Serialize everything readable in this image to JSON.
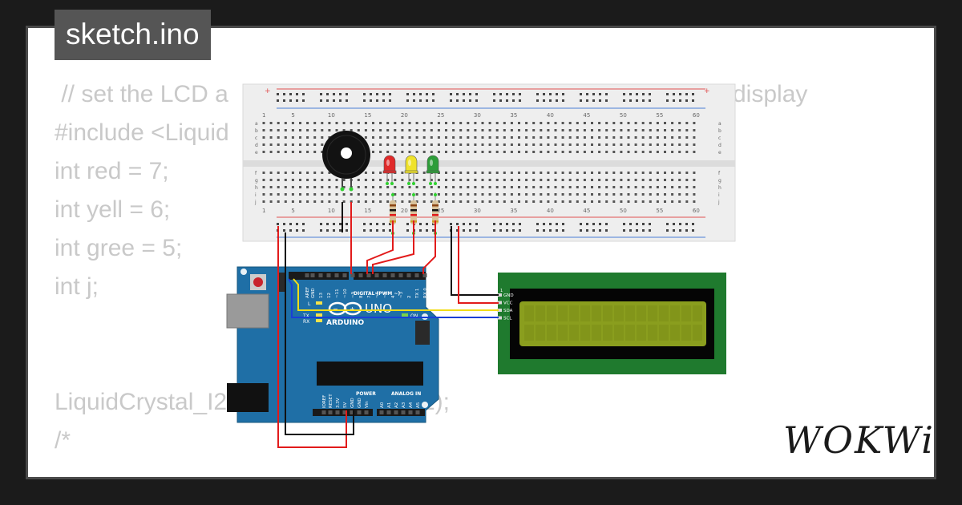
{
  "window": {
    "title": "sketch.ino"
  },
  "code": {
    "lines": [
      " // set the LCD a",
      "#include <Liquid",
      "int red = 7;",
      "int yell = 6;",
      "int gree = 5;",
      "int j;",
      "",
      "",
      "LiquidCrystal_I2",
      "/*"
    ],
    "fragment_right_1": "display",
    "fragment_right_2": "2);"
  },
  "breadboard": {
    "column_numbers": [
      "1",
      "5",
      "10",
      "15",
      "20",
      "25",
      "30",
      "35",
      "40",
      "45",
      "50",
      "55",
      "60"
    ],
    "row_letters_top": [
      "a",
      "b",
      "c",
      "d",
      "e"
    ],
    "row_letters_bottom": [
      "f",
      "g",
      "h",
      "i",
      "j"
    ]
  },
  "leds": [
    {
      "color": "red",
      "hex": "#e02a2a"
    },
    {
      "color": "yellow",
      "hex": "#efe22b"
    },
    {
      "color": "green",
      "hex": "#2d9d39"
    }
  ],
  "arduino": {
    "brand": "ARDUINO",
    "model": "UNO",
    "digital_label": "DIGITAL (PWM ~)",
    "power_label": "POWER",
    "analog_label": "ANALOG IN",
    "pin_labels_top": [
      "AREF",
      "GND",
      "13",
      "12",
      "~11",
      "~10",
      "~9",
      "8",
      "7",
      "~6",
      "~5",
      "4",
      "~3",
      "2",
      "TX 1",
      "RX 0"
    ],
    "pin_labels_bottom": [
      "IOREF",
      "RESET",
      "3.3V",
      "5V",
      "GND",
      "GND",
      "Vin",
      "A0",
      "A1",
      "A2",
      "A3",
      "A4",
      "A5"
    ],
    "led_labels": [
      "L",
      "TX",
      "RX",
      "ON"
    ]
  },
  "lcd": {
    "pin_labels": [
      "GND",
      "VCC",
      "SDA",
      "SCL"
    ],
    "screen_hex": "#8a9e1e",
    "pcb_hex": "#1f7a2e"
  },
  "wires": {
    "colors": {
      "red": "#e21b1b",
      "black": "#111111",
      "yellow": "#f2dc17",
      "blue": "#1a3fd6"
    }
  },
  "brand": {
    "logo_text": "WOKWi"
  }
}
